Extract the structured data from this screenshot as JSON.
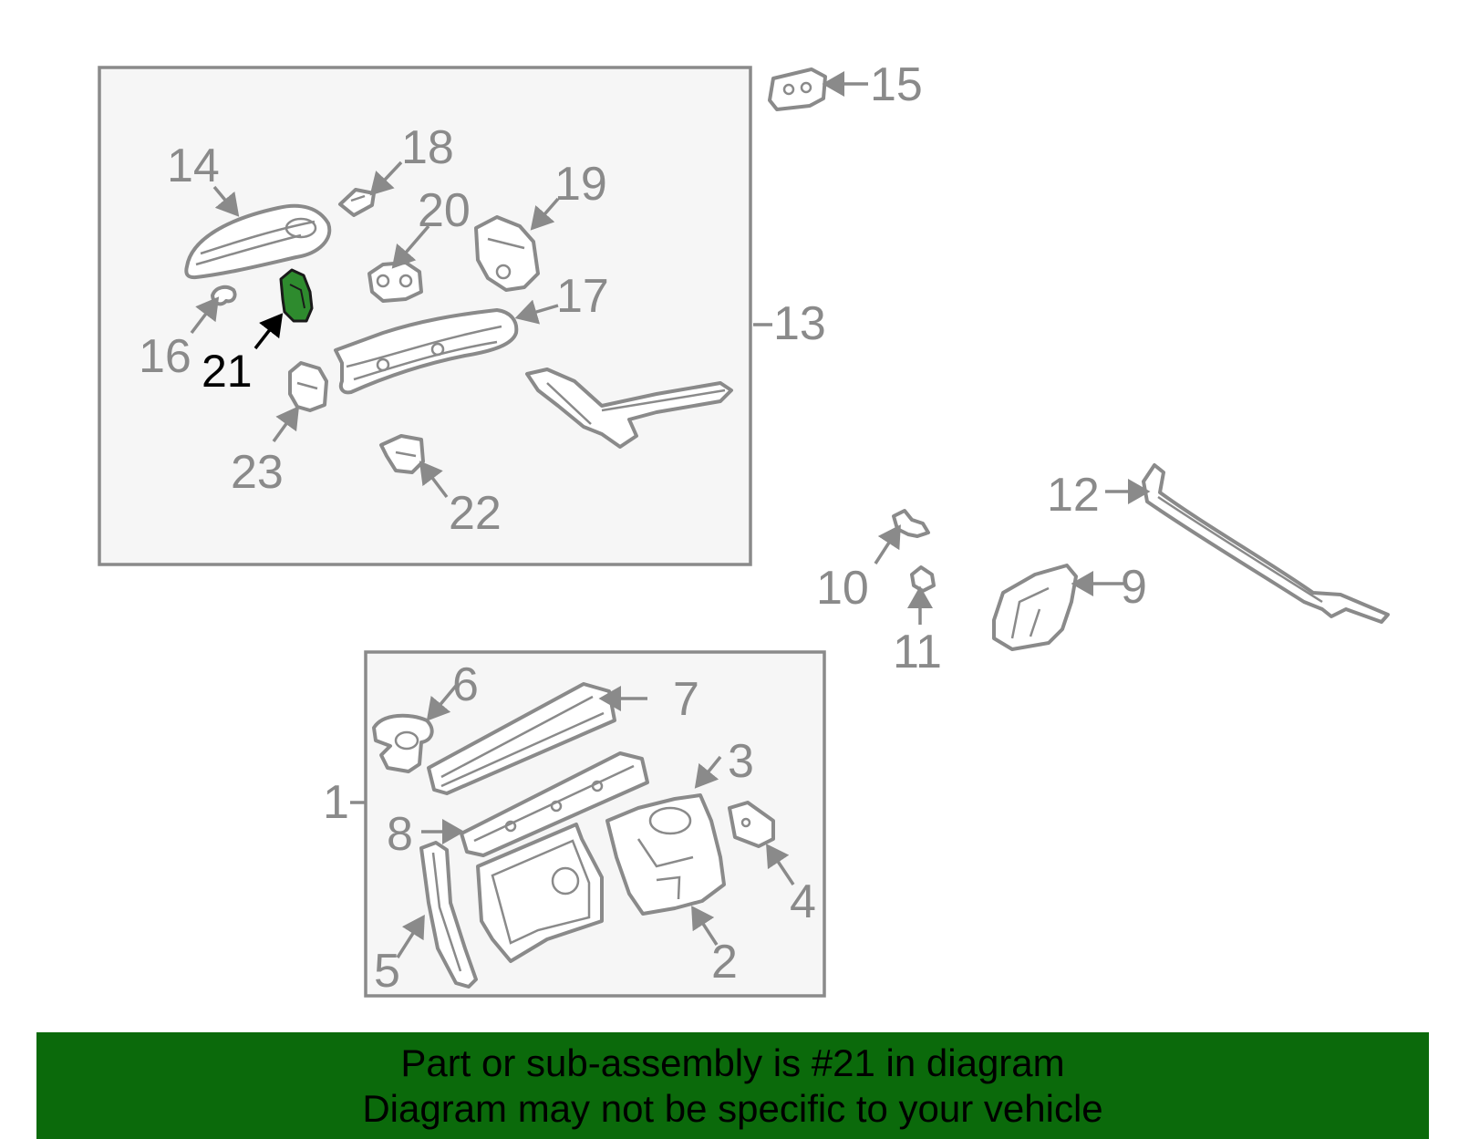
{
  "colors": {
    "line_gray": "#8a8a8a",
    "box_fill": "#f6f6f6",
    "highlight_part": "#2e8b2e",
    "banner_bg": "#0b6a0b",
    "banner_text": "#000000"
  },
  "callouts": {
    "c1": "1",
    "c2": "2",
    "c3": "3",
    "c4": "4",
    "c5": "5",
    "c6": "6",
    "c7": "7",
    "c8": "8",
    "c9": "9",
    "c10": "10",
    "c11": "11",
    "c12": "12",
    "c13": "13",
    "c14": "14",
    "c15": "15",
    "c16": "16",
    "c17": "17",
    "c18": "18",
    "c19": "19",
    "c20": "20",
    "c21": "21",
    "c22": "22",
    "c23": "23"
  },
  "highlighted_part": "21",
  "banner": {
    "line1": "Part or sub-assembly is #21 in diagram",
    "line2": "Diagram may not be specific to your vehicle"
  }
}
